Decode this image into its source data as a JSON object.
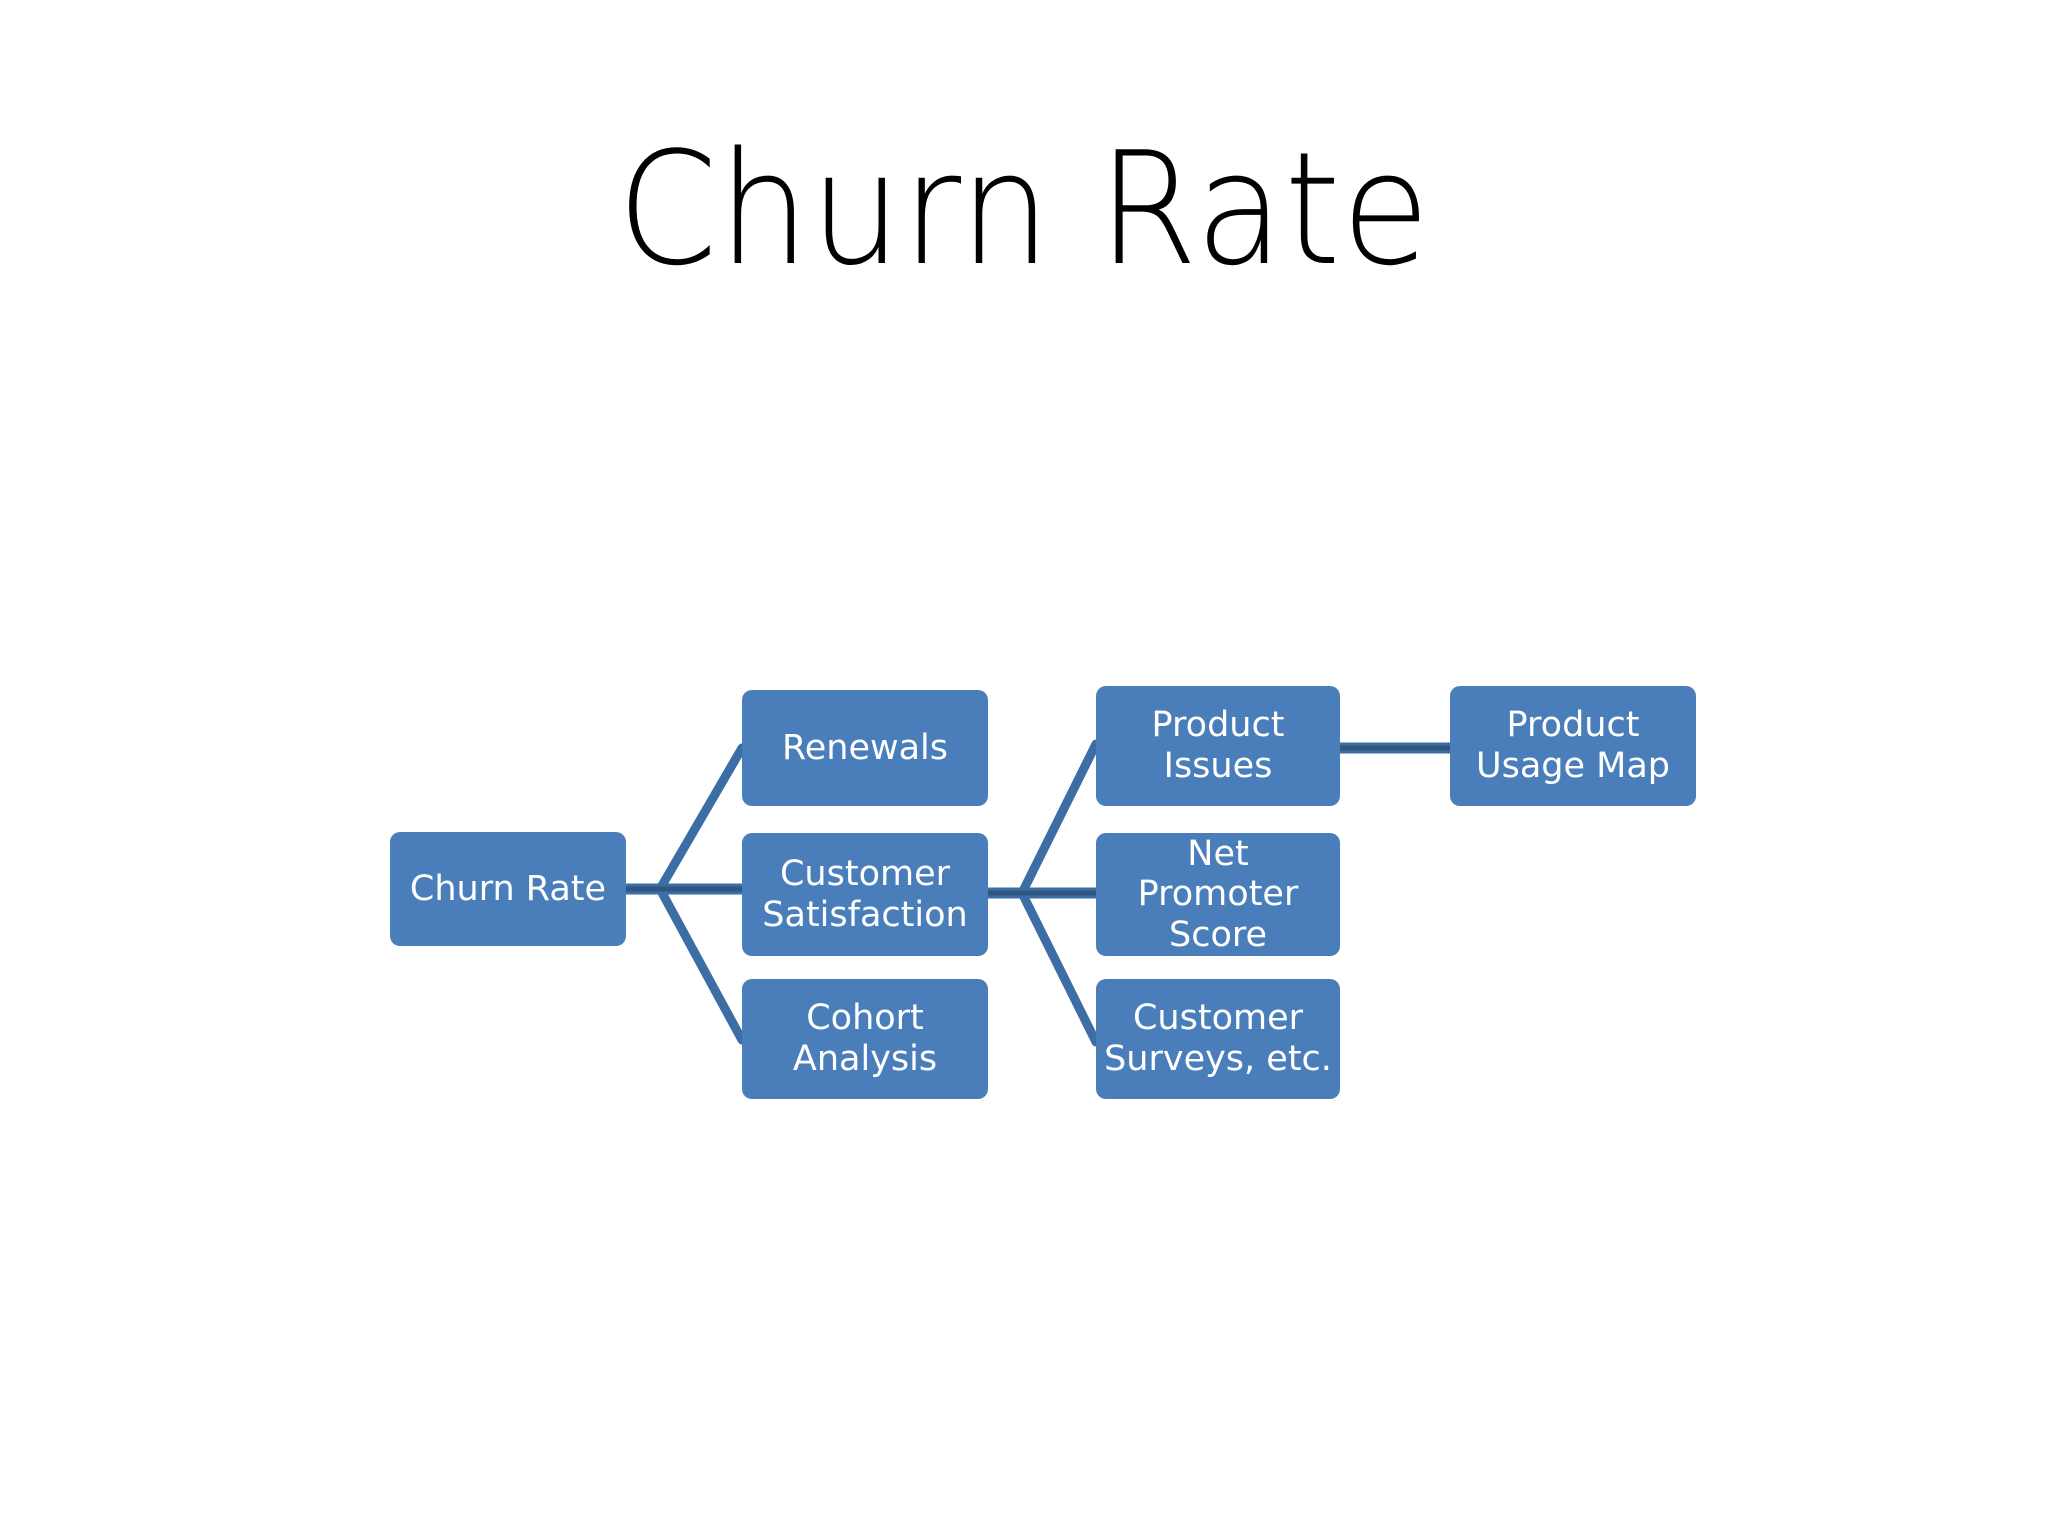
{
  "slide": {
    "title": "Churn Rate",
    "background_color": "#ffffff",
    "title_color": "#000000"
  },
  "theme": {
    "node_fill": "#4a7ebb",
    "node_text_color": "#ffffff",
    "connector_color": "#3c6ea5",
    "connector_core_color": "#2f5580"
  },
  "diagram": {
    "type": "hierarchy",
    "root": "Churn Rate",
    "nodes": [
      {
        "id": "churn-rate",
        "label": "Churn Rate",
        "column": 1,
        "row": 2
      },
      {
        "id": "renewals",
        "label": "Renewals",
        "column": 2,
        "row": 1
      },
      {
        "id": "customer-sat",
        "label": "Customer\nSatisfaction",
        "column": 2,
        "row": 2
      },
      {
        "id": "cohort",
        "label": "Cohort\nAnalysis",
        "column": 2,
        "row": 3
      },
      {
        "id": "product-issues",
        "label": "Product\nIssues",
        "column": 3,
        "row": 1
      },
      {
        "id": "nps",
        "label": "Net Promoter\nScore",
        "column": 3,
        "row": 2
      },
      {
        "id": "surveys",
        "label": "Customer\nSurveys, etc.",
        "column": 3,
        "row": 3
      },
      {
        "id": "usage-map",
        "label": "Product\nUsage Map",
        "column": 4,
        "row": 1
      }
    ],
    "edges": [
      {
        "from": "churn-rate",
        "to": "renewals"
      },
      {
        "from": "churn-rate",
        "to": "customer-sat"
      },
      {
        "from": "churn-rate",
        "to": "cohort"
      },
      {
        "from": "customer-sat",
        "to": "product-issues"
      },
      {
        "from": "customer-sat",
        "to": "nps"
      },
      {
        "from": "customer-sat",
        "to": "surveys"
      },
      {
        "from": "product-issues",
        "to": "usage-map"
      }
    ]
  }
}
